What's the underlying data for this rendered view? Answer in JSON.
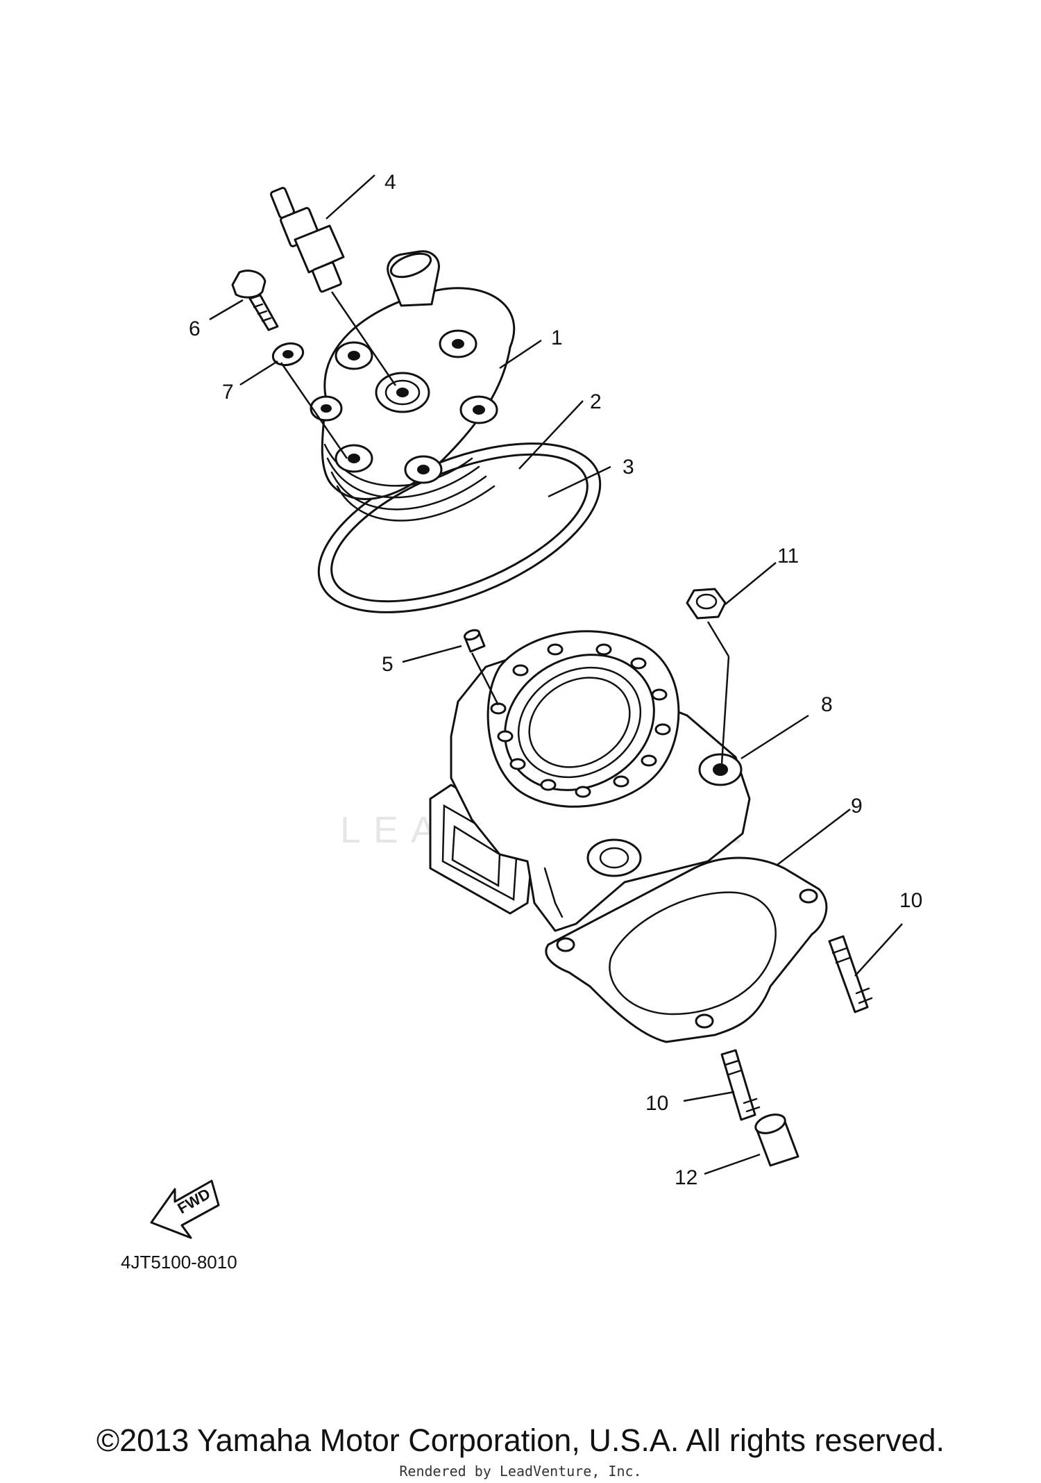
{
  "diagram": {
    "callouts": [
      {
        "id": "1",
        "label": "1"
      },
      {
        "id": "2",
        "label": "2"
      },
      {
        "id": "3",
        "label": "3"
      },
      {
        "id": "4",
        "label": "4"
      },
      {
        "id": "5",
        "label": "5"
      },
      {
        "id": "6",
        "label": "6"
      },
      {
        "id": "7",
        "label": "7"
      },
      {
        "id": "8",
        "label": "8"
      },
      {
        "id": "9",
        "label": "9"
      },
      {
        "id": "10a",
        "label": "10"
      },
      {
        "id": "10b",
        "label": "10"
      },
      {
        "id": "11",
        "label": "11"
      },
      {
        "id": "12",
        "label": "12"
      }
    ],
    "fwd_label": "FWD",
    "diagram_code": "4JT5100-8010",
    "watermark": "LEADVENTURE"
  },
  "footer": {
    "copyright": "©2013 Yamaha Motor Corporation, U.S.A. All rights reserved.",
    "rendered_by": "Rendered by LeadVenture, Inc."
  }
}
